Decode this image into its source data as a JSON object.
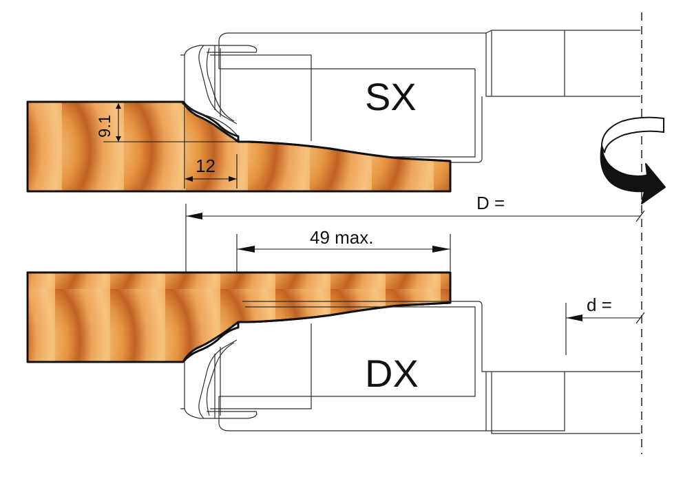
{
  "labels": {
    "top_cutter": "SX",
    "bottom_cutter": "DX",
    "profile_depth": "9.1",
    "profile_width": "12",
    "cutting_diameter": "D =",
    "max_height": "49 max.",
    "bore_diameter": "d ="
  },
  "colors": {
    "wood_light": "#f2b36b",
    "wood_mid": "#e08a3c",
    "wood_dark": "#b5561f",
    "outline": "#111111",
    "rotation_arrow_fill": "#111111",
    "rotation_arrow_light": "#ffffff"
  },
  "icons": {
    "rotation": "rotation-direction-arrow-icon"
  }
}
